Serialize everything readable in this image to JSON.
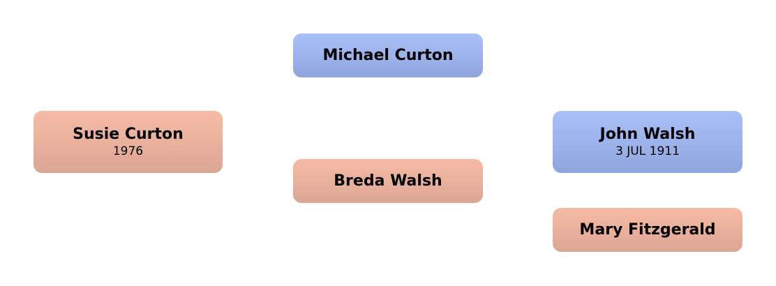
{
  "people": {
    "susie": {
      "name": "Susie Curton",
      "date": "1976",
      "gender": "female"
    },
    "michael": {
      "name": "Michael Curton",
      "gender": "male"
    },
    "breda": {
      "name": "Breda Walsh",
      "gender": "female"
    },
    "john": {
      "name": "John Walsh",
      "date": "3 JUL 1911",
      "gender": "male"
    },
    "mary": {
      "name": "Mary Fitzgerald",
      "gender": "female"
    }
  },
  "colors": {
    "male_top": "#aac0f8",
    "male_bottom": "#8fa5dc",
    "female_top": "#f6bba5",
    "female_bottom": "#dca695",
    "background": "#ffffff"
  }
}
